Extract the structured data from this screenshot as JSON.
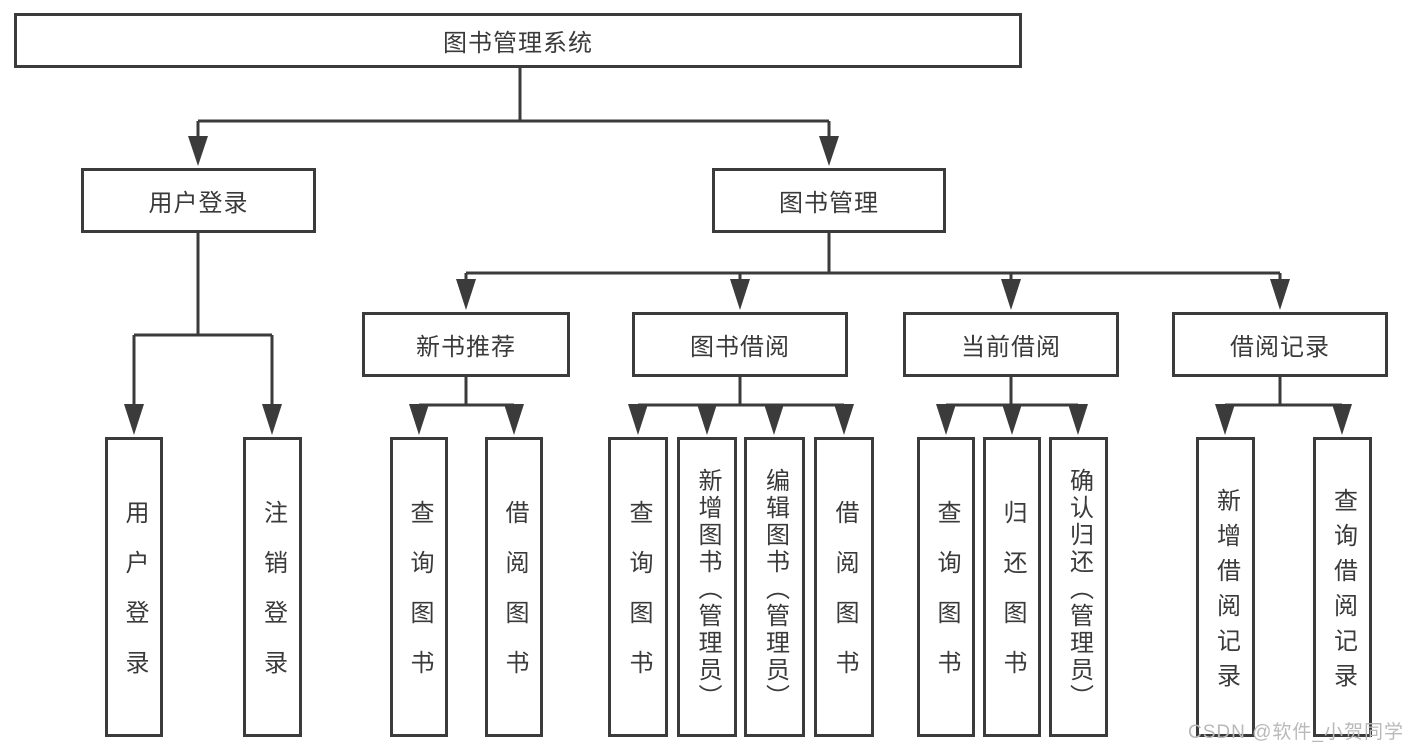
{
  "diagram": {
    "root": {
      "label": "图书管理系统"
    },
    "branches": [
      {
        "label": "用户登录",
        "children": [
          {
            "label": "用户登录"
          },
          {
            "label": "注销登录"
          }
        ]
      },
      {
        "label": "图书管理",
        "sections": [
          {
            "label": "新书推荐",
            "children": [
              {
                "label": "查询图书"
              },
              {
                "label": "借阅图书"
              }
            ]
          },
          {
            "label": "图书借阅",
            "children": [
              {
                "label": "查询图书"
              },
              {
                "label": "新增图书（管理员）"
              },
              {
                "label": "编辑图书（管理员）"
              },
              {
                "label": "借阅图书"
              }
            ]
          },
          {
            "label": "当前借阅",
            "children": [
              {
                "label": "查询图书"
              },
              {
                "label": "归还图书"
              },
              {
                "label": "确认归还（管理员）"
              }
            ]
          },
          {
            "label": "借阅记录",
            "children": [
              {
                "label": "新增借阅记录"
              },
              {
                "label": "查询借阅记录"
              }
            ]
          }
        ]
      }
    ]
  },
  "watermark": "CSDN @软件_小贺同学",
  "colors": {
    "line": "#3b3b3b",
    "box_border": "#3b3b3b",
    "text": "#3a3a3a",
    "watermark": "#b9b9b9",
    "background": "#ffffff"
  }
}
